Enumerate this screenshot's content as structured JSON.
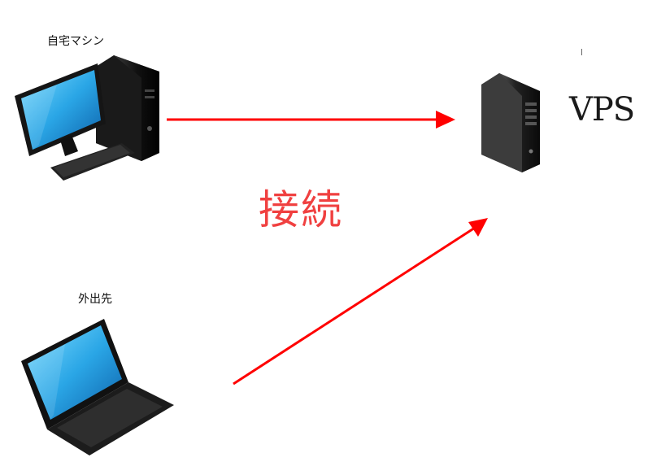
{
  "nodes": {
    "home": {
      "label": "自宅マシン",
      "icon": "desktop-computer-icon"
    },
    "outside": {
      "label": "外出先",
      "icon": "laptop-icon"
    },
    "vps": {
      "label": "VPS",
      "icon": "server-tower-icon"
    }
  },
  "edges": [
    {
      "from": "home",
      "to": "vps"
    },
    {
      "from": "outside",
      "to": "vps"
    }
  ],
  "connection_label": "接続",
  "colors": {
    "arrow": "#ff0000",
    "connection_text": "#f04040"
  }
}
